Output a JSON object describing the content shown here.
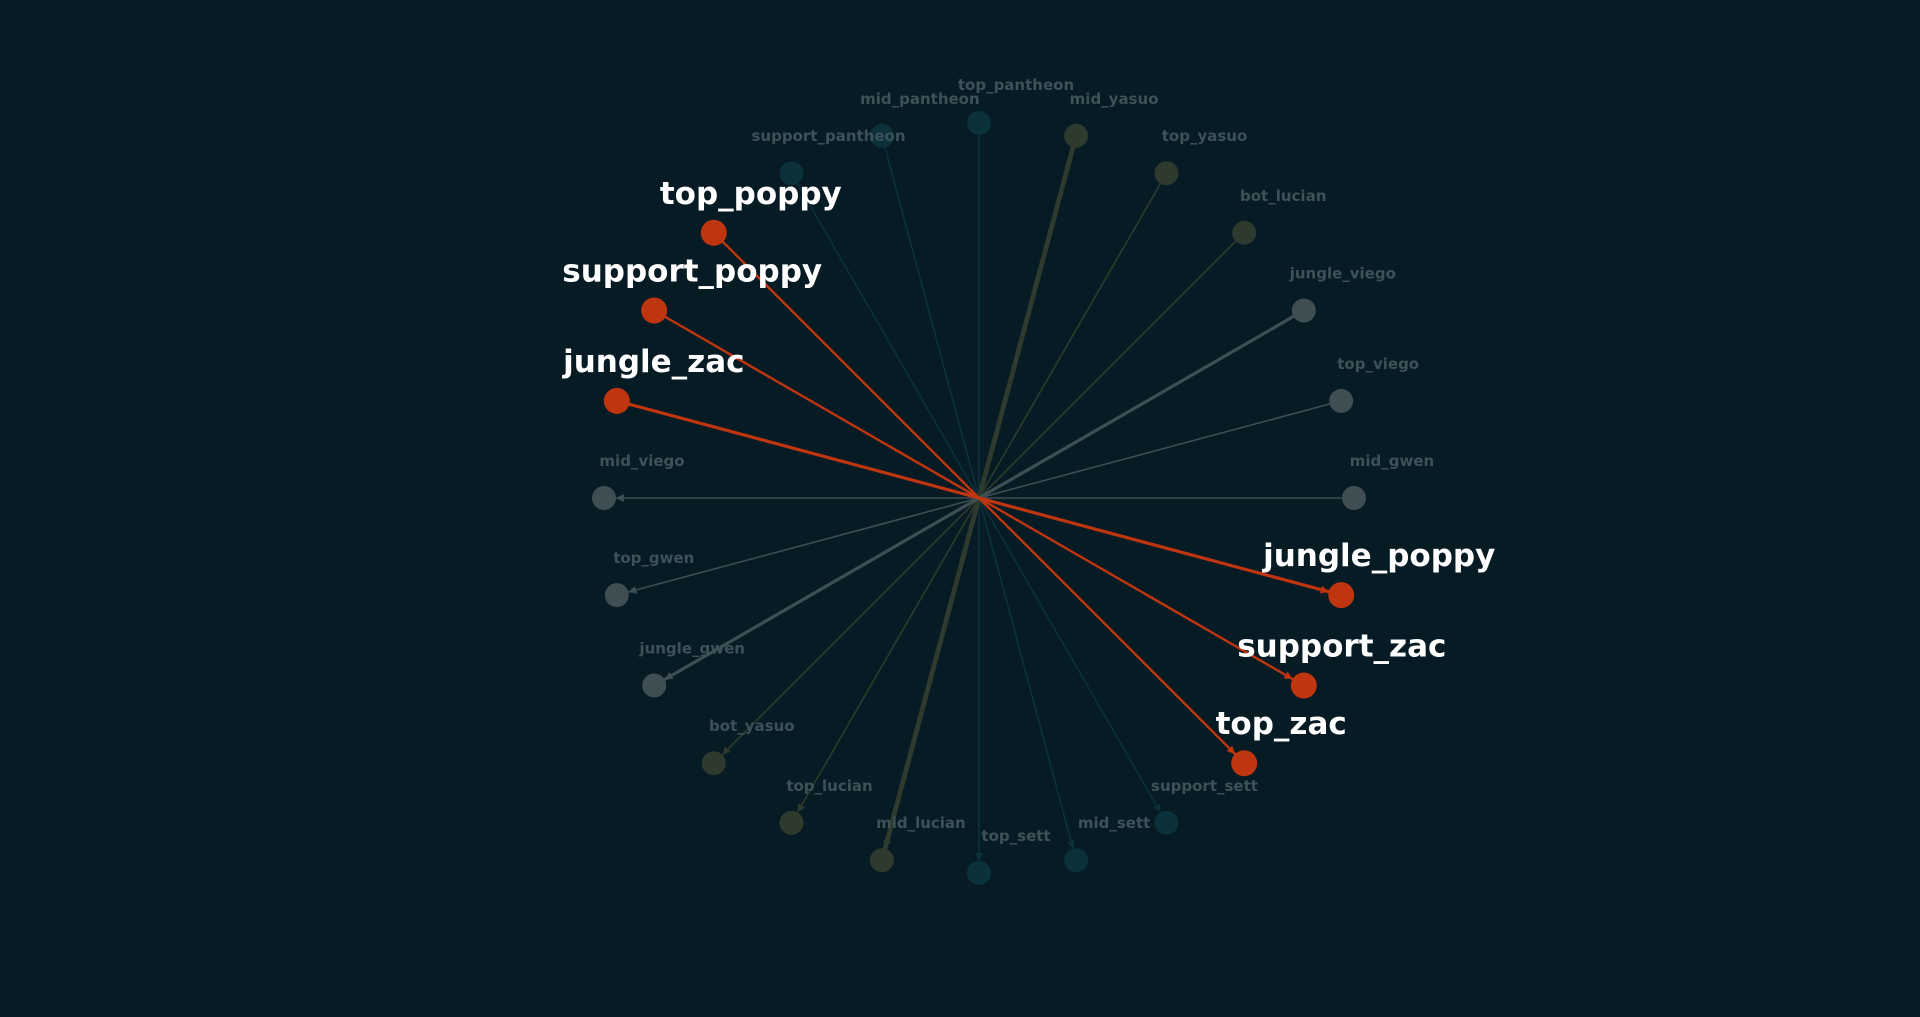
{
  "colors": {
    "background": "#061b23",
    "highlight": "#bf3510",
    "dim_gray": "#3f4e52",
    "dim_olive": "#2f3a2e",
    "dim_teal": "#0b313b",
    "label_dim": "#3d5158",
    "label_highlight": "#ffffff"
  },
  "nodes": [
    {
      "id": "top_pantheon",
      "label": "top_pantheon",
      "tone": "teal",
      "highlighted": false
    },
    {
      "id": "mid_yasuo",
      "label": "mid_yasuo",
      "tone": "olive",
      "highlighted": false
    },
    {
      "id": "top_yasuo",
      "label": "top_yasuo",
      "tone": "olive",
      "highlighted": false
    },
    {
      "id": "bot_lucian",
      "label": "bot_lucian",
      "tone": "olive",
      "highlighted": false
    },
    {
      "id": "jungle_viego",
      "label": "jungle_viego",
      "tone": "gray",
      "highlighted": false
    },
    {
      "id": "top_viego",
      "label": "top_viego",
      "tone": "gray",
      "highlighted": false
    },
    {
      "id": "mid_gwen",
      "label": "mid_gwen",
      "tone": "gray",
      "highlighted": false
    },
    {
      "id": "jungle_poppy",
      "label": "jungle_poppy",
      "tone": "red",
      "highlighted": true
    },
    {
      "id": "support_zac",
      "label": "support_zac",
      "tone": "red",
      "highlighted": true
    },
    {
      "id": "top_zac",
      "label": "top_zac",
      "tone": "red",
      "highlighted": true
    },
    {
      "id": "support_sett",
      "label": "support_sett",
      "tone": "teal",
      "highlighted": false
    },
    {
      "id": "mid_sett",
      "label": "mid_sett",
      "tone": "teal",
      "highlighted": false
    },
    {
      "id": "top_sett",
      "label": "top_sett",
      "tone": "teal",
      "highlighted": false
    },
    {
      "id": "mid_lucian",
      "label": "mid_lucian",
      "tone": "olive",
      "highlighted": false
    },
    {
      "id": "top_lucian",
      "label": "top_lucian",
      "tone": "olive",
      "highlighted": false
    },
    {
      "id": "bot_yasuo",
      "label": "bot_yasuo",
      "tone": "olive",
      "highlighted": false
    },
    {
      "id": "jungle_gwen",
      "label": "jungle_gwen",
      "tone": "gray",
      "highlighted": false
    },
    {
      "id": "top_gwen",
      "label": "top_gwen",
      "tone": "gray",
      "highlighted": false
    },
    {
      "id": "mid_viego",
      "label": "mid_viego",
      "tone": "gray",
      "highlighted": false
    },
    {
      "id": "jungle_zac",
      "label": "jungle_zac",
      "tone": "red",
      "highlighted": true
    },
    {
      "id": "support_poppy",
      "label": "support_poppy",
      "tone": "red",
      "highlighted": true
    },
    {
      "id": "top_poppy",
      "label": "top_poppy",
      "tone": "red",
      "highlighted": true
    },
    {
      "id": "support_pantheon",
      "label": "support_pantheon",
      "tone": "teal",
      "highlighted": false
    },
    {
      "id": "mid_pantheon",
      "label": "mid_pantheon",
      "tone": "teal",
      "highlighted": false
    }
  ],
  "edges": [
    {
      "from": "top_pantheon",
      "to": "top_sett",
      "weight": 1,
      "tone": "teal",
      "highlighted": false
    },
    {
      "from": "mid_pantheon",
      "to": "mid_sett",
      "weight": 1,
      "tone": "teal",
      "highlighted": false
    },
    {
      "from": "support_pantheon",
      "to": "support_sett",
      "weight": 1,
      "tone": "teal",
      "highlighted": false
    },
    {
      "from": "mid_yasuo",
      "to": "mid_lucian",
      "weight": 3,
      "tone": "olive",
      "highlighted": false
    },
    {
      "from": "top_yasuo",
      "to": "top_lucian",
      "weight": 1,
      "tone": "olive",
      "highlighted": false
    },
    {
      "from": "bot_lucian",
      "to": "bot_yasuo",
      "weight": 1,
      "tone": "olive",
      "highlighted": false
    },
    {
      "from": "jungle_viego",
      "to": "jungle_gwen",
      "weight": 2,
      "tone": "gray",
      "highlighted": false
    },
    {
      "from": "top_viego",
      "to": "top_gwen",
      "weight": 1,
      "tone": "gray",
      "highlighted": false
    },
    {
      "from": "mid_gwen",
      "to": "mid_viego",
      "weight": 1,
      "tone": "gray",
      "highlighted": false
    },
    {
      "from": "jungle_zac",
      "to": "jungle_poppy",
      "weight": 2,
      "tone": "red",
      "highlighted": true
    },
    {
      "from": "support_poppy",
      "to": "support_zac",
      "weight": 1.5,
      "tone": "red",
      "highlighted": true
    },
    {
      "from": "top_poppy",
      "to": "top_zac",
      "weight": 1.5,
      "tone": "red",
      "highlighted": true
    }
  ]
}
